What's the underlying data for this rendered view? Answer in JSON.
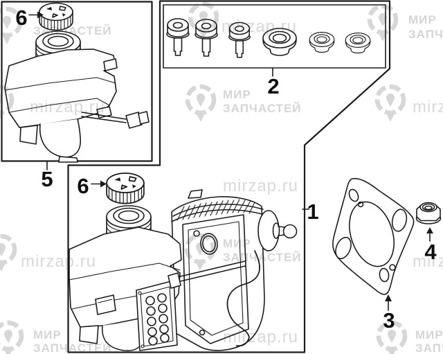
{
  "callouts": {
    "part1": "1",
    "part2": "2",
    "part3": "3",
    "part4": "4",
    "part5": "5",
    "part6_top": "6",
    "part6_main": "6"
  },
  "watermark": {
    "brand_top": "МИР",
    "brand_bottom": "ЗАПЧАСТЕЙ",
    "site": "mirzap.ru"
  },
  "colors": {
    "line": "#1b1b1b",
    "watermark": "#d7d7d7",
    "background": "#ffffff"
  }
}
